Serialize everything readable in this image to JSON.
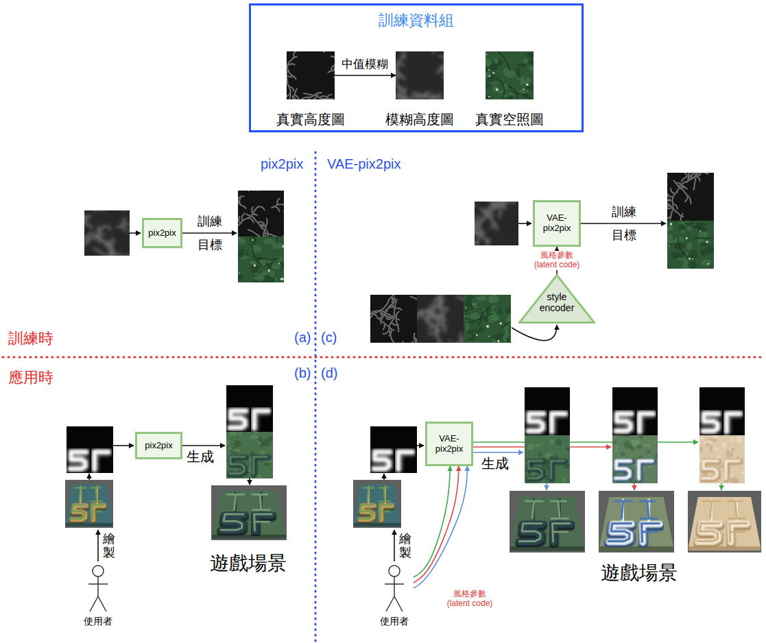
{
  "diagram": {
    "nodes": [
      {
        "text": [
          "訓練資料組"
        ]
      },
      {
        "text": [
          "真實高度圖"
        ],
        "in": 0
      },
      {
        "text": [
          "模糊高度圖"
        ],
        "in": 0
      },
      {
        "text": [
          "真實空照圖"
        ],
        "in": 0
      },
      {
        "text": [
          "pix2pix"
        ]
      },
      {
        "text": [
          "VAE-pix2pix"
        ]
      },
      {
        "text": [
          "style encoder"
        ]
      },
      {
        "text": [
          "pix2pix"
        ]
      },
      {
        "text": [
          "使用者"
        ]
      },
      {
        "text": [
          "VAE-pix2pix"
        ]
      },
      {
        "text": [
          "使用者"
        ]
      }
    ],
    "edges": [
      {
        "from": 1,
        "to": 2,
        "arrow": "to",
        "label": "中值模糊"
      },
      {
        "from": 6,
        "to": 5,
        "arrow": "to",
        "label": "風格參數 (latent code)"
      },
      {
        "from": 10,
        "to": 9,
        "arrow": "to"
      },
      {
        "from": 10,
        "to": 9,
        "arrow": "to",
        "label": "風格參數 (latent code)"
      },
      {
        "from": 10,
        "to": 9,
        "arrow": "to"
      }
    ],
    "labels": [
      "pix2pix",
      "VAE-pix2pix",
      "訓練 目標",
      "訓練 目標",
      "訓練時",
      "(a)",
      "(c)",
      "應用時",
      "(b)",
      "(d)",
      "生成",
      "繪製",
      "遊戲場景",
      "生成",
      "繪製",
      "遊戲場景"
    ]
  }
}
